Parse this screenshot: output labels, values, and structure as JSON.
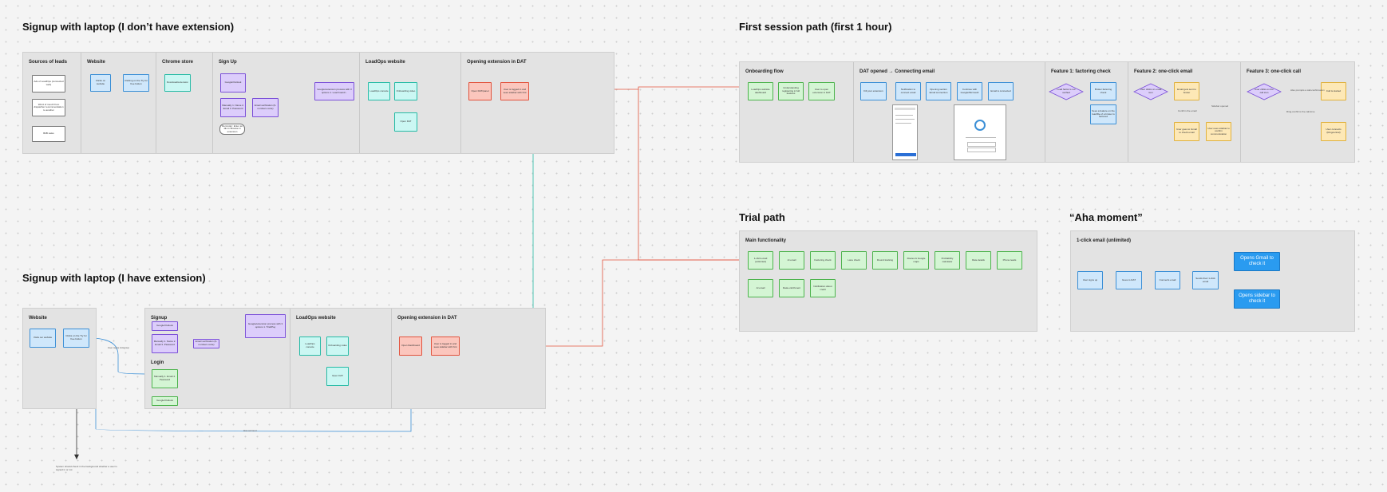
{
  "titles": {
    "signup_no_ext": "Signup with laptop (I don’t have extension)",
    "first_session": "First session path (first 1 hour)",
    "signup_ext": "Signup with laptop (I have extension)",
    "trial_path": "Trial path",
    "aha_moment": "“Aha moment”"
  },
  "top_sections": {
    "sources": "Sources of leads",
    "website": "Website",
    "chrome_store": "Chrome store",
    "sign_up": "Sign Up",
    "loadops": "LoadOps website",
    "opening_ext": "Opening extension in DAT"
  },
  "session_sections": {
    "onboarding": "Onboarding flow",
    "dat_opened": "DAT opened → Connecting email",
    "feature1": "Feature 1: factoring check",
    "feature2": "Feature 2: one-click email",
    "feature3": "Feature 3: one-click call"
  },
  "bottom_sections": {
    "website": "Website",
    "signup": "Signup",
    "login": "Login",
    "loadops": "LoadOps website",
    "opening_ext": "Opening extension in DAT"
  },
  "trial": {
    "section": "Main functionality"
  },
  "aha": {
    "section": "1-click email (unlimited)",
    "cta_gmail": "Opens Gmail to check it",
    "cta_sidebar": "Opens sidebar to check it"
  },
  "nodes": {
    "src1": "Ads of LoadOps (connected web)",
    "src2": "Word of mouth from dispatcher recommendation to another",
    "src3": "B2B sales",
    "web1": "Clicks on website",
    "web2": "Clicking on the Try for free button",
    "chrome1": "Download/extension",
    "signup1": "Google/Outlook",
    "signup2": "Manually 1. Name 2. Email 3. Password",
    "signup3": "Email verification (6-numbers code)",
    "signup4": "Google/extension process with 3 options 1. Load board/... ",
    "signup_pill": "Reminder: Enter as 1E cx Browse in extension",
    "lo1": "LoadOps console",
    "lo2": "Onboarding video",
    "lo3": "Open DAT",
    "ext1": "Open DAT/panel",
    "ext2": "User is logged in and sees sidebar with hint",
    "ob1": "LoadOps website dashboard",
    "ob2": "Understanding registering in full features",
    "ob3": "User to open extension in DAT",
    "dat1": "Fill your extension",
    "dat2": "Notification to connect email",
    "dat3": "Opening section Email connection",
    "dat4": "Continue with Google/Microsoft",
    "dat5": "Email is connected",
    "f1d": "Load factor is not verified",
    "f1a": "Broker factoring check",
    "f1b": "Sees a feature on the load/file of a broker is factored",
    "f2d": "User clicks on email icon",
    "f2a": "Email gets sent to broker",
    "f2b": "User goes to Gmail to check email",
    "f2c": "User uses sidebar to confirm communication",
    "f3d": "User clicks on the call icon",
    "f3a": "Call is started",
    "f3b": "User connects (Ringcentral)",
    "mf1": "1-click email (unlimited)",
    "mf2": "AI email",
    "mf3": "Factoring check",
    "mf4": "Lane check",
    "mf5": "Round tracking",
    "mf6": "Routes & Google maps",
    "mf7": "Profitability calculator",
    "mf8": "Rate details",
    "mf9": "Phone leads",
    "mf10": "AI email",
    "mf11": "Data enrichment",
    "mf12": "Notification about credit",
    "aha1": "User signs up",
    "aha2": "Goes to DAT",
    "aha3": "Connects email",
    "aha4": "Sends their 1-click email",
    "bw1": "Visits our website",
    "bw2": "Clicks on the Try for free button",
    "bs1": "Google/Outlook",
    "bs2": "Manually 1. Name 2. Email 3. Password",
    "bs3": "Email verification (6-numbers code)",
    "bs4": "Google/extension process with 3 options 1. Trial/Pay",
    "bl1": "Manually 1. Email 2. Password",
    "bl2": "Google/Outlook",
    "blo1": "LoadOps console",
    "blo2": "Onboarding video",
    "blo3": "Open DAT",
    "bext1": "Open Dashboard",
    "bext2": "User is logged in and sees sidebar with hint"
  },
  "notes": {
    "user_signs_in": "User signs in/signup",
    "has_account": "Has account",
    "system_check": "System should check in the background whether a user is signed in or not",
    "f2_note1": "Confirm the email",
    "f2_note2": "Sidebar opened",
    "f3_note1": "Also prompts a call-confirmation",
    "f3_note2": "Ring-confirms the call-time"
  }
}
